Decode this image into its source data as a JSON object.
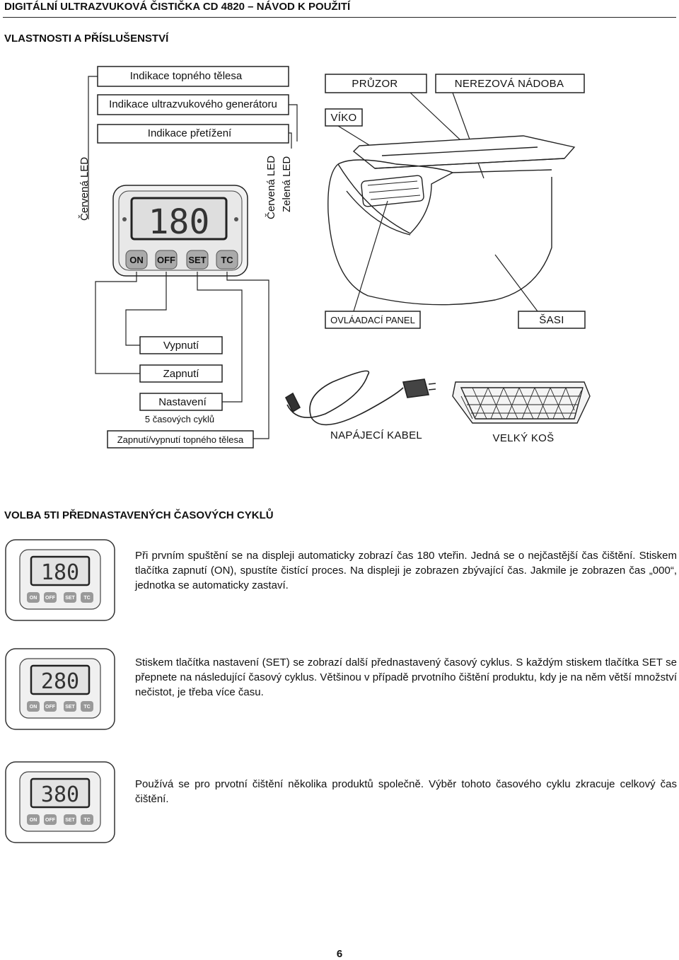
{
  "header": {
    "title": "DIGITÁLNÍ ULTRAZVUKOVÁ ČISTIČKA CD 4820 – NÁVOD K POUŽITÍ"
  },
  "section1": {
    "title": "VLASTNOSTI A PŘÍSLUŠENSTVÍ"
  },
  "diagram": {
    "indicator_labels": [
      "Indikace topného tělesa",
      "Indikace ultrazvukového generátoru",
      "Indikace přetížení"
    ],
    "led_labels": {
      "red_left": "Červená LED",
      "red_right": "Červená LED",
      "green": "Zelená LED"
    },
    "display_value": "180",
    "buttons": [
      "ON",
      "OFF",
      "SET",
      "TC"
    ],
    "button_functions": {
      "off": "Vypnutí",
      "on": "Zapnutí",
      "set_line1": "Nastavení",
      "set_line2": "5 časových cyklů",
      "tc": "Zapnutí/vypnutí topného tělesa"
    },
    "device_parts": {
      "window": "PRŮZOR",
      "tank": "NEREZOVÁ NÁDOBA",
      "lid": "VÍKO",
      "control_panel": "OVLÁADACÍ PANEL",
      "chassis": "ŠASI",
      "power_cable": "NAPÁJECÍ KABEL",
      "basket": "VELKÝ KOŠ"
    }
  },
  "section2": {
    "title": "VOLBA 5TI PŘEDNASTAVENÝCH ČASOVÝCH CYKLŮ"
  },
  "cycles": [
    {
      "display": "180",
      "text": "Při prvním spuštění se na displeji automaticky zobrazí čas 180 vteřin. Jedná se o nejčastější čas čištění. Stiskem tlačítka zapnutí (ON), spustíte čistící proces. Na displeji je zobrazen zbývající čas. Jakmile je zobrazen čas „000“, jednotka se automaticky zastaví."
    },
    {
      "display": "280",
      "text": "Stiskem tlačítka nastavení (SET) se zobrazí další přednastavený časový cyklus. S každým stiskem tlačítka SET se přepnete na následující časový cyklus. Většinou v případě prvotního čištění produktu, kdy je na něm větší množství nečistot, je třeba více času."
    },
    {
      "display": "380",
      "text": "Používá se pro prvotní čištění několika produktů společně. Výběr tohoto časového cyklu zkracuje celkový čas čištění."
    }
  ],
  "small_buttons": [
    "ON",
    "OFF",
    "SET",
    "TC"
  ],
  "page_number": "6"
}
